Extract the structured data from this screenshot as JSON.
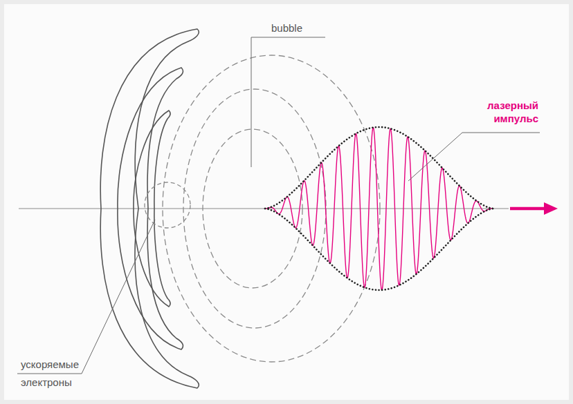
{
  "diagram": {
    "labels": [
      "bubble",
      "лазерный импульс",
      "ускоряемые электроны"
    ]
  }
}
